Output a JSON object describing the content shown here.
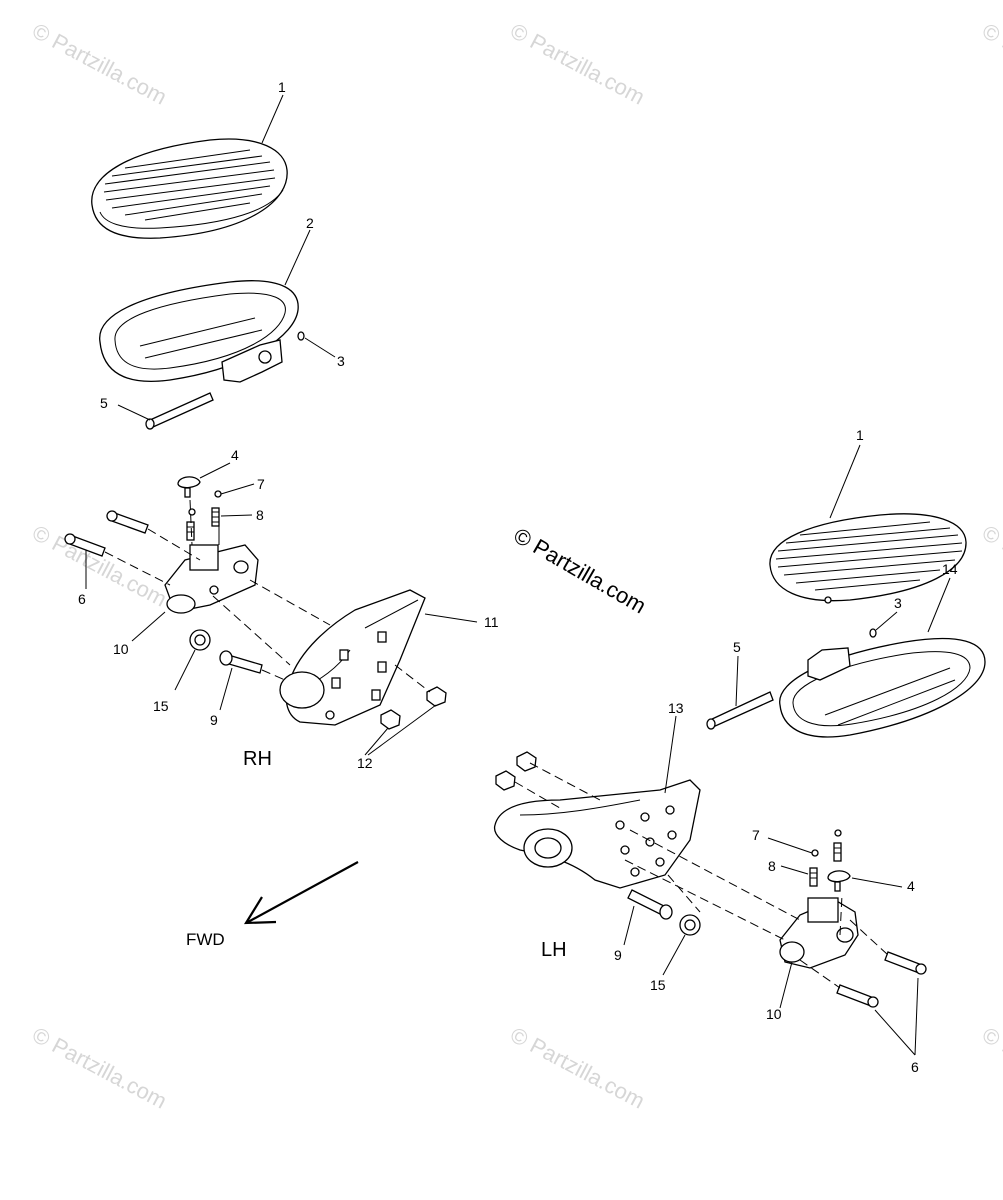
{
  "watermarks": [
    "© Partzilla.com",
    "© Partzilla.com",
    "© Partzilla.com",
    "© Partzilla.com",
    "© Partzilla.com",
    "© Partzilla.com",
    "© Partzilla.com",
    "© Partzilla.com"
  ],
  "center_copyright": "© Partzilla.com",
  "side_labels": {
    "rh": "RH",
    "lh": "LH"
  },
  "direction_label": "FWD",
  "rh_callouts": [
    "1",
    "2",
    "3",
    "5",
    "4",
    "7",
    "8",
    "6",
    "10",
    "11",
    "15",
    "9",
    "12"
  ],
  "lh_callouts": [
    "1",
    "14",
    "3",
    "5",
    "13",
    "7",
    "8",
    "4",
    "9",
    "15",
    "10",
    "6"
  ]
}
